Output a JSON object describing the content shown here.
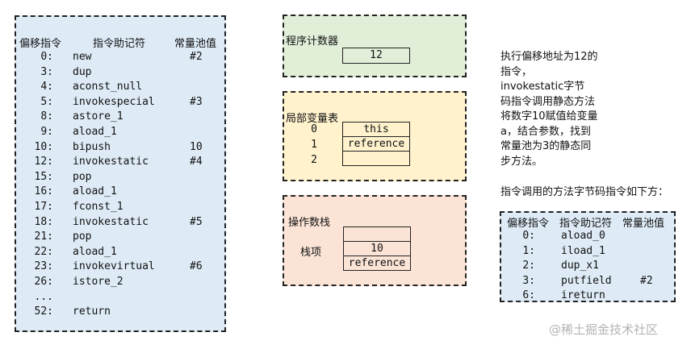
{
  "bytecode": {
    "headers": {
      "offset": "偏移指令",
      "mnemonic": "指令助记符",
      "const_pool": "常量池值"
    },
    "rows": [
      {
        "offset": "0:",
        "instr": "new",
        "cp": "#2"
      },
      {
        "offset": "3:",
        "instr": "dup",
        "cp": ""
      },
      {
        "offset": "4:",
        "instr": "aconst_null",
        "cp": ""
      },
      {
        "offset": "5:",
        "instr": "invokespecial",
        "cp": "#3"
      },
      {
        "offset": "8:",
        "instr": "astore_1",
        "cp": ""
      },
      {
        "offset": "9:",
        "instr": "aload_1",
        "cp": ""
      },
      {
        "offset": "10:",
        "instr": "bipush",
        "cp": "10"
      },
      {
        "offset": "12:",
        "instr": "invokestatic",
        "cp": "#4"
      },
      {
        "offset": "15:",
        "instr": "pop",
        "cp": ""
      },
      {
        "offset": "16:",
        "instr": "aload_1",
        "cp": ""
      },
      {
        "offset": "17:",
        "instr": "fconst_1",
        "cp": ""
      },
      {
        "offset": "18:",
        "instr": "invokestatic",
        "cp": "#5"
      },
      {
        "offset": "21:",
        "instr": "pop",
        "cp": ""
      },
      {
        "offset": "22:",
        "instr": "aload_1",
        "cp": ""
      },
      {
        "offset": "23:",
        "instr": "invokevirtual",
        "cp": "#6"
      },
      {
        "offset": "26:",
        "instr": "istore_2",
        "cp": ""
      },
      {
        "offset": "...",
        "instr": "",
        "cp": ""
      },
      {
        "offset": "52:",
        "instr": "return",
        "cp": ""
      }
    ]
  },
  "pc": {
    "label": "程序计数器",
    "value": "12"
  },
  "locals": {
    "label": "局部变量表",
    "slots": [
      {
        "index": "0",
        "value": "this"
      },
      {
        "index": "1",
        "value": "reference"
      },
      {
        "index": "2",
        "value": ""
      }
    ]
  },
  "stack": {
    "label": "操作数栈",
    "top_label": "栈项",
    "cells": [
      "",
      "10",
      "reference"
    ]
  },
  "description": {
    "lines": [
      "执行偏移地址为12的",
      "指令，",
      "invokestatic字节",
      "码指令调用静态方法",
      "将数字10赋值给变量",
      "a，结合参数，找到",
      "常量池为3的静态同",
      "步方法。"
    ],
    "caption": "指令调用的方法字节码指令如下方："
  },
  "callee": {
    "headers": {
      "offset": "偏移指令",
      "mnemonic": "指令助记符",
      "const_pool": "常量池值"
    },
    "rows": [
      {
        "offset": "0:",
        "instr": "aload_0",
        "cp": ""
      },
      {
        "offset": "1:",
        "instr": "iload_1",
        "cp": ""
      },
      {
        "offset": "2:",
        "instr": "dup_x1",
        "cp": ""
      },
      {
        "offset": "3:",
        "instr": "putfield",
        "cp": "#2"
      },
      {
        "offset": "6:",
        "instr": "ireturn",
        "cp": ""
      }
    ]
  },
  "watermark": "@稀土掘金技术社区"
}
